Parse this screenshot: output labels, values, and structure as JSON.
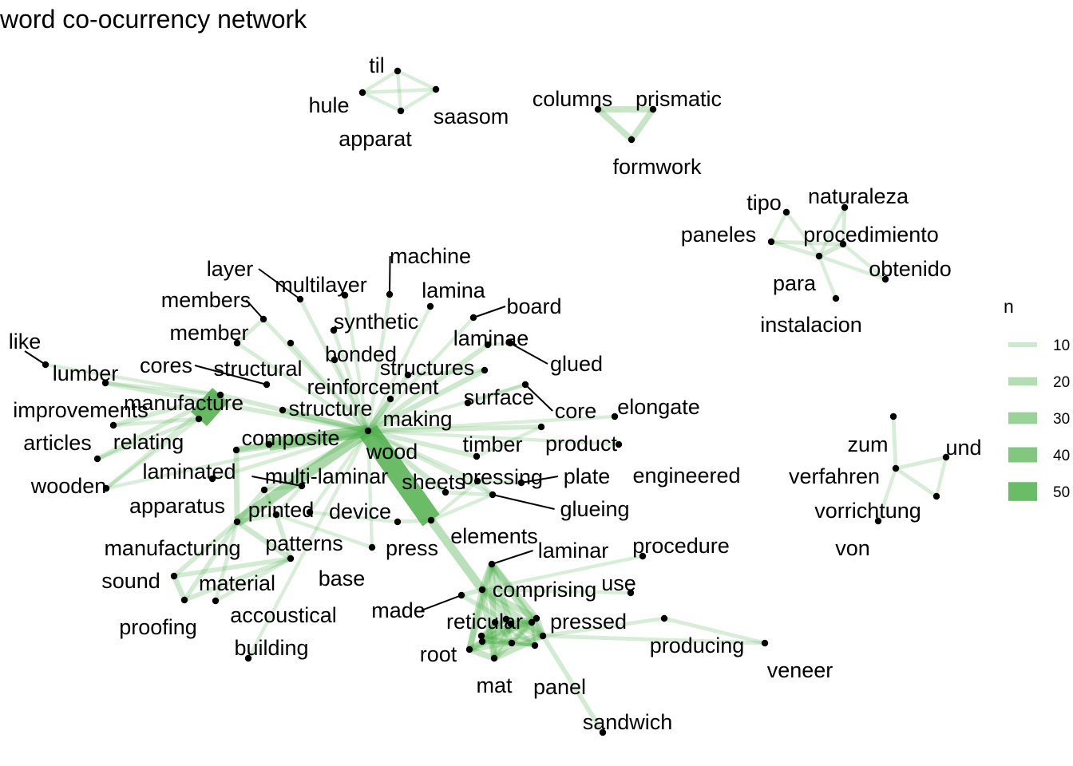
{
  "title": "word co-ocurrency network",
  "edge_color": "#4DAF4A",
  "node_color": "#000000",
  "legend": {
    "title": "n",
    "entries": [
      {
        "label": "10",
        "weight": 10
      },
      {
        "label": "20",
        "weight": 20
      },
      {
        "label": "30",
        "weight": 30
      },
      {
        "label": "40",
        "weight": 40
      },
      {
        "label": "50",
        "weight": 50
      }
    ]
  },
  "nodes": [
    {
      "id": "til",
      "label": "til"
    },
    {
      "id": "hule",
      "label": "hule"
    },
    {
      "id": "saasom",
      "label": "saasom"
    },
    {
      "id": "apparat",
      "label": "apparat"
    },
    {
      "id": "columns",
      "label": "columns"
    },
    {
      "id": "prismatic",
      "label": "prismatic"
    },
    {
      "id": "formwork",
      "label": "formwork"
    },
    {
      "id": "tipo",
      "label": "tipo"
    },
    {
      "id": "naturaleza",
      "label": "naturaleza"
    },
    {
      "id": "paneles",
      "label": "paneles"
    },
    {
      "id": "procedimiento",
      "label": "procedimiento"
    },
    {
      "id": "para",
      "label": "para"
    },
    {
      "id": "obtenido",
      "label": "obtenido"
    },
    {
      "id": "instalacion",
      "label": "instalacion"
    },
    {
      "id": "zum",
      "label": "zum"
    },
    {
      "id": "und",
      "label": "und"
    },
    {
      "id": "verfahren",
      "label": "verfahren"
    },
    {
      "id": "vorrichtung",
      "label": "vorrichtung"
    },
    {
      "id": "von",
      "label": "von"
    },
    {
      "id": "layer",
      "label": "layer"
    },
    {
      "id": "machine",
      "label": "machine"
    },
    {
      "id": "multilayer",
      "label": "multilayer"
    },
    {
      "id": "lamina",
      "label": "lamina"
    },
    {
      "id": "members",
      "label": "members"
    },
    {
      "id": "board",
      "label": "board"
    },
    {
      "id": "synthetic",
      "label": "synthetic"
    },
    {
      "id": "member",
      "label": "member"
    },
    {
      "id": "laminae",
      "label": "laminae"
    },
    {
      "id": "like",
      "label": "like"
    },
    {
      "id": "bonded",
      "label": "bonded"
    },
    {
      "id": "glued",
      "label": "glued"
    },
    {
      "id": "lumber",
      "label": "lumber"
    },
    {
      "id": "cores",
      "label": "cores"
    },
    {
      "id": "structural",
      "label": "structural"
    },
    {
      "id": "structures",
      "label": "structures"
    },
    {
      "id": "reinforcement",
      "label": "reinforcement"
    },
    {
      "id": "surface",
      "label": "surface"
    },
    {
      "id": "manufacture",
      "label": "manufacture"
    },
    {
      "id": "core",
      "label": "core"
    },
    {
      "id": "improvements",
      "label": "improvements"
    },
    {
      "id": "structure",
      "label": "structure"
    },
    {
      "id": "elongate",
      "label": "elongate"
    },
    {
      "id": "making",
      "label": "making"
    },
    {
      "id": "articles",
      "label": "articles"
    },
    {
      "id": "relating",
      "label": "relating"
    },
    {
      "id": "composite",
      "label": "composite"
    },
    {
      "id": "timber",
      "label": "timber"
    },
    {
      "id": "product",
      "label": "product"
    },
    {
      "id": "wood",
      "label": "wood"
    },
    {
      "id": "laminated",
      "label": "laminated"
    },
    {
      "id": "wooden",
      "label": "wooden"
    },
    {
      "id": "engineered",
      "label": "engineered"
    },
    {
      "id": "multi-laminar",
      "label": "multi-laminar"
    },
    {
      "id": "sheets",
      "label": "sheets"
    },
    {
      "id": "pressing",
      "label": "pressing"
    },
    {
      "id": "plate",
      "label": "plate"
    },
    {
      "id": "apparatus",
      "label": "apparatus"
    },
    {
      "id": "printed",
      "label": "printed"
    },
    {
      "id": "device",
      "label": "device"
    },
    {
      "id": "glueing",
      "label": "glueing"
    },
    {
      "id": "elements",
      "label": "elements"
    },
    {
      "id": "patterns",
      "label": "patterns"
    },
    {
      "id": "manufacturing",
      "label": "manufacturing"
    },
    {
      "id": "procedure",
      "label": "procedure"
    },
    {
      "id": "press",
      "label": "press"
    },
    {
      "id": "laminar",
      "label": "laminar"
    },
    {
      "id": "base",
      "label": "base"
    },
    {
      "id": "sound",
      "label": "sound"
    },
    {
      "id": "material",
      "label": "material"
    },
    {
      "id": "use",
      "label": "use"
    },
    {
      "id": "comprising",
      "label": "comprising"
    },
    {
      "id": "accoustical",
      "label": "accoustical"
    },
    {
      "id": "made",
      "label": "made"
    },
    {
      "id": "proofing",
      "label": "proofing"
    },
    {
      "id": "reticular",
      "label": "reticular"
    },
    {
      "id": "pressed",
      "label": "pressed"
    },
    {
      "id": "producing",
      "label": "producing"
    },
    {
      "id": "building",
      "label": "building"
    },
    {
      "id": "root",
      "label": "root"
    },
    {
      "id": "veneer",
      "label": "veneer"
    },
    {
      "id": "mat",
      "label": "mat"
    },
    {
      "id": "panel",
      "label": "panel"
    },
    {
      "id": "sandwich",
      "label": "sandwich"
    }
  ],
  "edges": [
    {
      "s": "til",
      "t": "hule",
      "n": 5
    },
    {
      "s": "til",
      "t": "saasom",
      "n": 5
    },
    {
      "s": "til",
      "t": "apparat",
      "n": 5
    },
    {
      "s": "hule",
      "t": "saasom",
      "n": 5
    },
    {
      "s": "hule",
      "t": "apparat",
      "n": 5
    },
    {
      "s": "saasom",
      "t": "apparat",
      "n": 5
    },
    {
      "s": "columns",
      "t": "prismatic",
      "n": 12
    },
    {
      "s": "columns",
      "t": "formwork",
      "n": 12
    },
    {
      "s": "prismatic",
      "t": "formwork",
      "n": 12
    },
    {
      "s": "tipo",
      "t": "paneles",
      "n": 5
    },
    {
      "s": "tipo",
      "t": "para",
      "n": 5
    },
    {
      "s": "naturaleza",
      "t": "procedimiento",
      "n": 6
    },
    {
      "s": "paneles",
      "t": "para",
      "n": 6
    },
    {
      "s": "paneles",
      "t": "procedimiento",
      "n": 6
    },
    {
      "s": "procedimiento",
      "t": "para",
      "n": 8
    },
    {
      "s": "procedimiento",
      "t": "obtenido",
      "n": 5
    },
    {
      "s": "para",
      "t": "obtenido",
      "n": 5
    },
    {
      "s": "para",
      "t": "instalacion",
      "n": 5
    },
    {
      "s": "naturaleza",
      "t": "para",
      "n": 5
    },
    {
      "s": "zum",
      "t": "verfahren",
      "n": 6
    },
    {
      "s": "und",
      "t": "verfahren",
      "n": 6
    },
    {
      "s": "verfahren",
      "t": "vorrichtung",
      "n": 6
    },
    {
      "s": "verfahren",
      "t": "von",
      "n": 5
    },
    {
      "s": "und",
      "t": "vorrichtung",
      "n": 5
    },
    {
      "s": "wood",
      "t": "elements",
      "n": 50
    },
    {
      "s": "manufacture",
      "t": "relating",
      "n": 52
    },
    {
      "s": "wood",
      "t": "composite",
      "n": 28
    },
    {
      "s": "wood",
      "t": "manufacturing",
      "n": 24
    },
    {
      "s": "wood",
      "t": "laminated",
      "n": 14
    },
    {
      "s": "wood",
      "t": "structure",
      "n": 12
    },
    {
      "s": "wood",
      "t": "making",
      "n": 10
    },
    {
      "s": "wood",
      "t": "structures",
      "n": 10
    },
    {
      "s": "wood",
      "t": "laminae",
      "n": 9
    },
    {
      "s": "wood",
      "t": "sheets",
      "n": 10
    },
    {
      "s": "wood",
      "t": "product",
      "n": 8
    },
    {
      "s": "wood",
      "t": "timber",
      "n": 8
    },
    {
      "s": "wood",
      "t": "reinforcement",
      "n": 8
    },
    {
      "s": "wood",
      "t": "lumber",
      "n": 8
    },
    {
      "s": "wood",
      "t": "layer",
      "n": 6
    },
    {
      "s": "wood",
      "t": "machine",
      "n": 6
    },
    {
      "s": "wood",
      "t": "synthetic",
      "n": 6
    },
    {
      "s": "wood",
      "t": "members",
      "n": 6
    },
    {
      "s": "wood",
      "t": "member",
      "n": 6
    },
    {
      "s": "wood",
      "t": "structural",
      "n": 6
    },
    {
      "s": "wood",
      "t": "manufacture",
      "n": 8
    },
    {
      "s": "wood",
      "t": "core",
      "n": 5
    },
    {
      "s": "wood",
      "t": "board",
      "n": 5
    },
    {
      "s": "wood",
      "t": "printed",
      "n": 8
    },
    {
      "s": "wood",
      "t": "pressing",
      "n": 6
    },
    {
      "s": "wood",
      "t": "glueing",
      "n": 6
    },
    {
      "s": "wood",
      "t": "engineered",
      "n": 5
    },
    {
      "s": "wood",
      "t": "device",
      "n": 5
    },
    {
      "s": "wood",
      "t": "multilayer",
      "n": 5
    },
    {
      "s": "wood",
      "t": "lamina",
      "n": 5
    },
    {
      "s": "wood",
      "t": "bonded",
      "n": 5
    },
    {
      "s": "wood",
      "t": "apparatus",
      "n": 6
    },
    {
      "s": "wood",
      "t": "wooden",
      "n": 5
    },
    {
      "s": "wood",
      "t": "elongate",
      "n": 5
    },
    {
      "s": "wood",
      "t": "base",
      "n": 5
    },
    {
      "s": "wood",
      "t": "building",
      "n": 5
    },
    {
      "s": "composite",
      "t": "laminated",
      "n": 8
    },
    {
      "s": "laminated",
      "t": "manufacturing",
      "n": 10
    },
    {
      "s": "manufacturing",
      "t": "material",
      "n": 10
    },
    {
      "s": "manufacturing",
      "t": "sound",
      "n": 8
    },
    {
      "s": "manufacturing",
      "t": "proofing",
      "n": 8
    },
    {
      "s": "manufacturing",
      "t": "accoustical",
      "n": 6
    },
    {
      "s": "manufacturing",
      "t": "patterns",
      "n": 8
    },
    {
      "s": "manufacturing",
      "t": "printed",
      "n": 8
    },
    {
      "s": "material",
      "t": "sound",
      "n": 8
    },
    {
      "s": "material",
      "t": "proofing",
      "n": 8
    },
    {
      "s": "sound",
      "t": "proofing",
      "n": 10
    },
    {
      "s": "material",
      "t": "accoustical",
      "n": 6
    },
    {
      "s": "patterns",
      "t": "material",
      "n": 8
    },
    {
      "s": "patterns",
      "t": "printed",
      "n": 6
    },
    {
      "s": "patterns",
      "t": "multi-laminar",
      "n": 6
    },
    {
      "s": "printed",
      "t": "multi-laminar",
      "n": 6
    },
    {
      "s": "patterns",
      "t": "base",
      "n": 5
    },
    {
      "s": "manufacture",
      "t": "improvements",
      "n": 8
    },
    {
      "s": "manufacture",
      "t": "articles",
      "n": 8
    },
    {
      "s": "manufacture",
      "t": "wooden",
      "n": 6
    },
    {
      "s": "manufacture",
      "t": "like",
      "n": 5
    },
    {
      "s": "manufacture",
      "t": "lumber",
      "n": 6
    },
    {
      "s": "relating",
      "t": "articles",
      "n": 6
    },
    {
      "s": "relating",
      "t": "improvements",
      "n": 6
    },
    {
      "s": "relating",
      "t": "wooden",
      "n": 5
    },
    {
      "s": "elements",
      "t": "comprising",
      "n": 18
    },
    {
      "s": "laminar",
      "t": "comprising",
      "n": 14
    },
    {
      "s": "laminar",
      "t": "panel",
      "n": 14
    },
    {
      "s": "laminar",
      "t": "reticular",
      "n": 12
    },
    {
      "s": "laminar",
      "t": "mat",
      "n": 12
    },
    {
      "s": "laminar",
      "t": "root",
      "n": 12
    },
    {
      "s": "laminar",
      "t": "pressed",
      "n": 12
    },
    {
      "s": "comprising",
      "t": "reticular",
      "n": 12
    },
    {
      "s": "comprising",
      "t": "mat",
      "n": 12
    },
    {
      "s": "comprising",
      "t": "panel",
      "n": 12
    },
    {
      "s": "comprising",
      "t": "root",
      "n": 12
    },
    {
      "s": "comprising",
      "t": "pressed",
      "n": 12
    },
    {
      "s": "reticular",
      "t": "mat",
      "n": 12
    },
    {
      "s": "reticular",
      "t": "panel",
      "n": 12
    },
    {
      "s": "reticular",
      "t": "root",
      "n": 12
    },
    {
      "s": "reticular",
      "t": "pressed",
      "n": 12
    },
    {
      "s": "mat",
      "t": "panel",
      "n": 12
    },
    {
      "s": "mat",
      "t": "root",
      "n": 12
    },
    {
      "s": "mat",
      "t": "pressed",
      "n": 12
    },
    {
      "s": "panel",
      "t": "root",
      "n": 12
    },
    {
      "s": "panel",
      "t": "pressed",
      "n": 12
    },
    {
      "s": "root",
      "t": "pressed",
      "n": 12
    },
    {
      "s": "made",
      "t": "reticular",
      "n": 8
    },
    {
      "s": "made",
      "t": "comprising",
      "n": 8
    },
    {
      "s": "panel",
      "t": "sandwich",
      "n": 8
    },
    {
      "s": "panel",
      "t": "veneer",
      "n": 6
    },
    {
      "s": "panel",
      "t": "producing",
      "n": 6
    },
    {
      "s": "producing",
      "t": "veneer",
      "n": 6
    },
    {
      "s": "use",
      "t": "comprising",
      "n": 5
    },
    {
      "s": "procedure",
      "t": "comprising",
      "n": 5
    },
    {
      "s": "pressing",
      "t": "plate",
      "n": 6
    },
    {
      "s": "pressing",
      "t": "glueing",
      "n": 6
    },
    {
      "s": "press",
      "t": "device",
      "n": 5
    },
    {
      "s": "sheets",
      "t": "glueing",
      "n": 6
    },
    {
      "s": "elements",
      "t": "glueing",
      "n": 5
    },
    {
      "s": "elements",
      "t": "pressing",
      "n": 5
    },
    {
      "s": "structures",
      "t": "reinforcement",
      "n": 6
    },
    {
      "s": "structural",
      "t": "members",
      "n": 6
    },
    {
      "s": "glued",
      "t": "laminae",
      "n": 5
    },
    {
      "s": "surface",
      "t": "core",
      "n": 5
    },
    {
      "s": "timber",
      "t": "product",
      "n": 5
    },
    {
      "s": "elements",
      "t": "press",
      "n": 6
    }
  ]
}
